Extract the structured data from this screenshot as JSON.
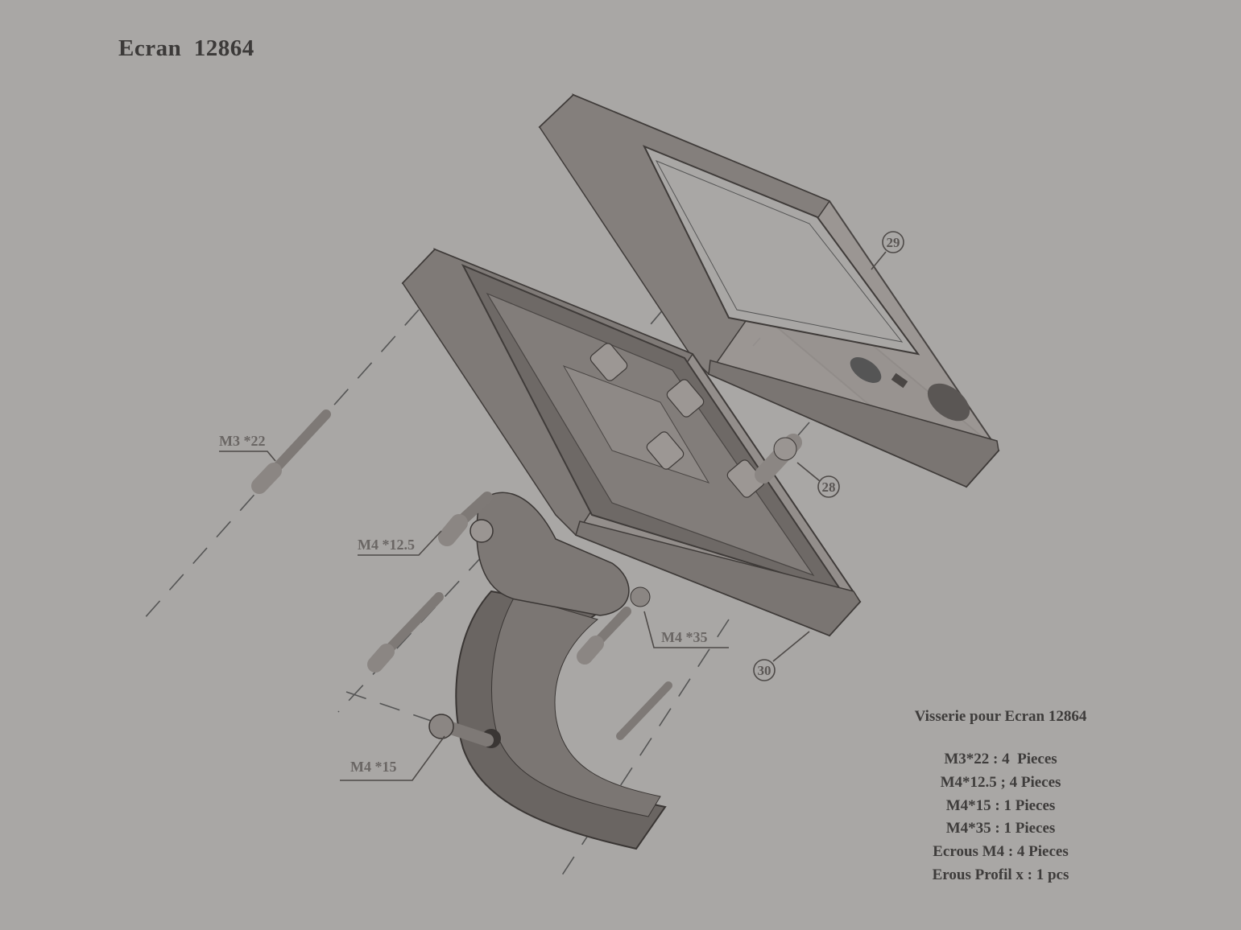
{
  "title": "Ecran  12864",
  "labels": {
    "m3_22": "M3 *22",
    "m4_12_5": "M4 *12.5",
    "m4_35": "M4 *35",
    "m4_15": "M4 *15"
  },
  "callouts": {
    "part_28": "28",
    "part_29": "29",
    "part_30": "30"
  },
  "hardware_list": {
    "title": "Visserie pour Ecran  12864",
    "items": [
      "M3*22 : 4  Pieces",
      "M4*12.5 ; 4 Pieces",
      "M4*15 : 1 Pieces",
      "M4*35 : 1 Pieces",
      "Ecrous M4 : 4 Pieces",
      "Erous Profil x : 1 pcs"
    ]
  },
  "colors": {
    "background": "#a9a7a5",
    "part_fill": "#8b8683",
    "part_dark": "#4a4644",
    "label_text": "#6a6664",
    "title_text": "#3c3a39"
  }
}
